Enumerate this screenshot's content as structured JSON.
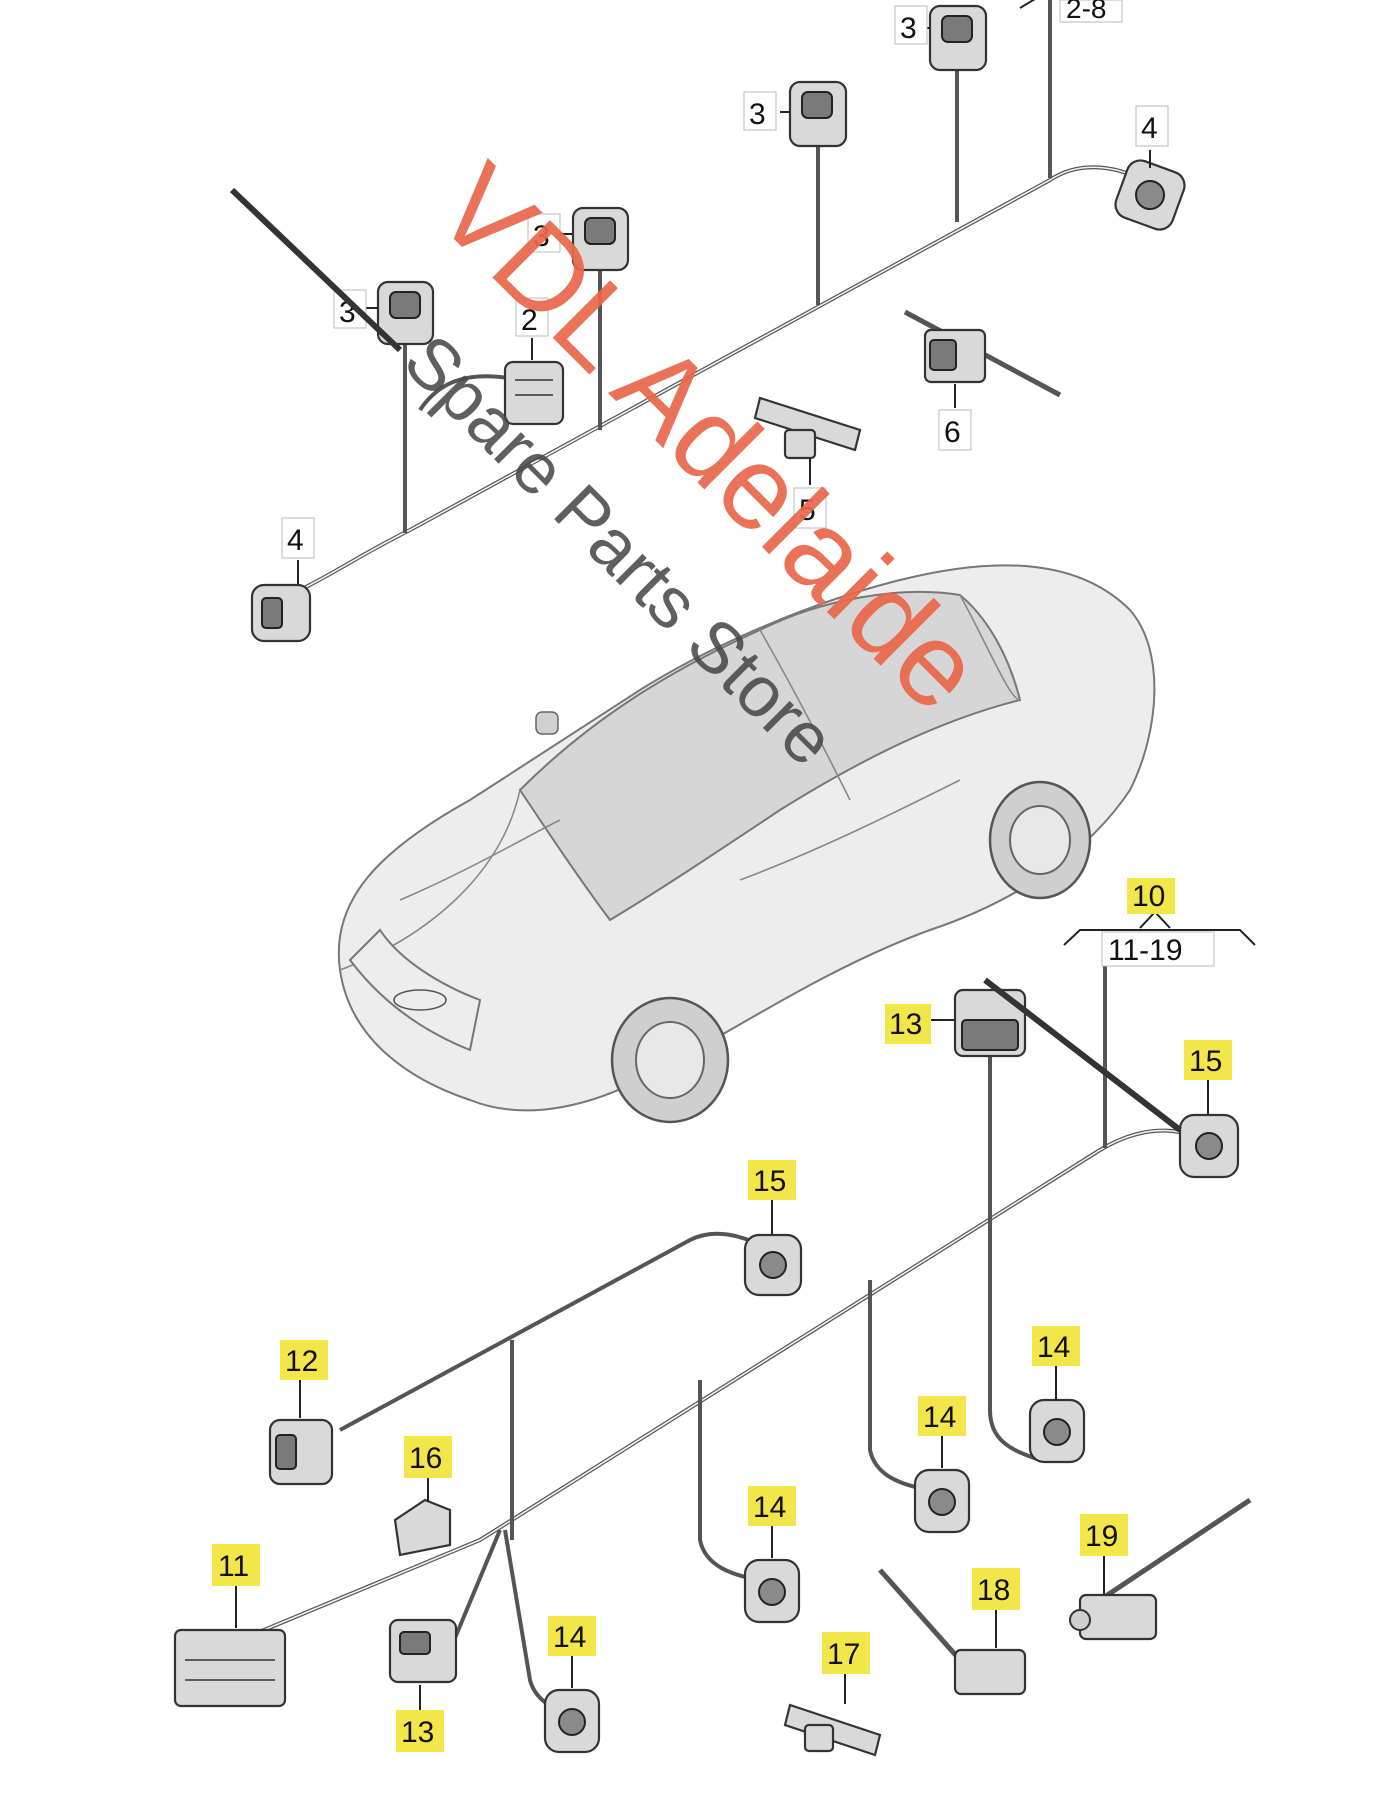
{
  "diagram": {
    "callouts_top": {
      "group_label": "2-8",
      "c3a": "3",
      "c3b": "3",
      "c3c": "3",
      "c3d": "3",
      "c4a": "4",
      "c4b": "4",
      "c2": "2",
      "c5": "5",
      "c6": "6"
    },
    "callouts_bottom": {
      "group_num": "10",
      "group_range": "11-19",
      "c11": "11",
      "c12": "12",
      "c13a": "13",
      "c13b": "13",
      "c14a": "14",
      "c14b": "14",
      "c14c": "14",
      "c14d": "14",
      "c15a": "15",
      "c15b": "15",
      "c16": "16",
      "c17": "17",
      "c18": "18",
      "c19": "19"
    },
    "highlight_color": "#f3e64a"
  },
  "watermark": {
    "line1": "VDL Adelaide",
    "line2": "Spare Parts Store"
  }
}
